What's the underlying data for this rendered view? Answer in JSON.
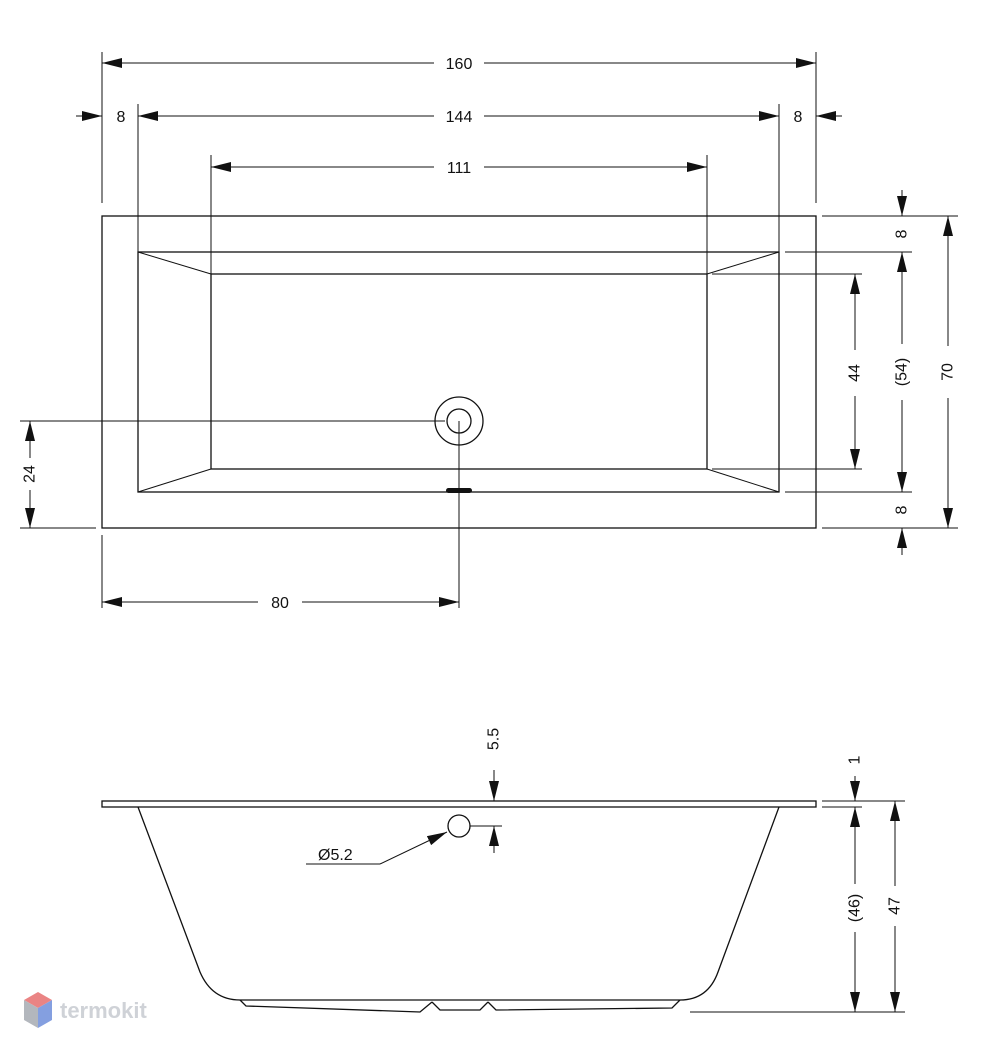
{
  "top_view": {
    "overall_length": "160",
    "inner_length": "144",
    "rim_left": "8",
    "rim_right": "8",
    "bottom_length": "111",
    "rim_top": "8",
    "rim_bottom": "8",
    "bottom_width": "44",
    "inner_width": "(54)",
    "overall_width": "70",
    "drain_from_edge": "24",
    "drain_from_left": "80"
  },
  "side_view": {
    "overflow_offset": "5.5",
    "overflow_diameter": "Ø5.2",
    "rim_thickness": "1",
    "inner_depth": "(46)",
    "total_height": "47"
  },
  "watermark": {
    "brand": "termokit",
    "colors": [
      "#e45b5b",
      "#5b7fd6",
      "#9aa0a8"
    ]
  }
}
